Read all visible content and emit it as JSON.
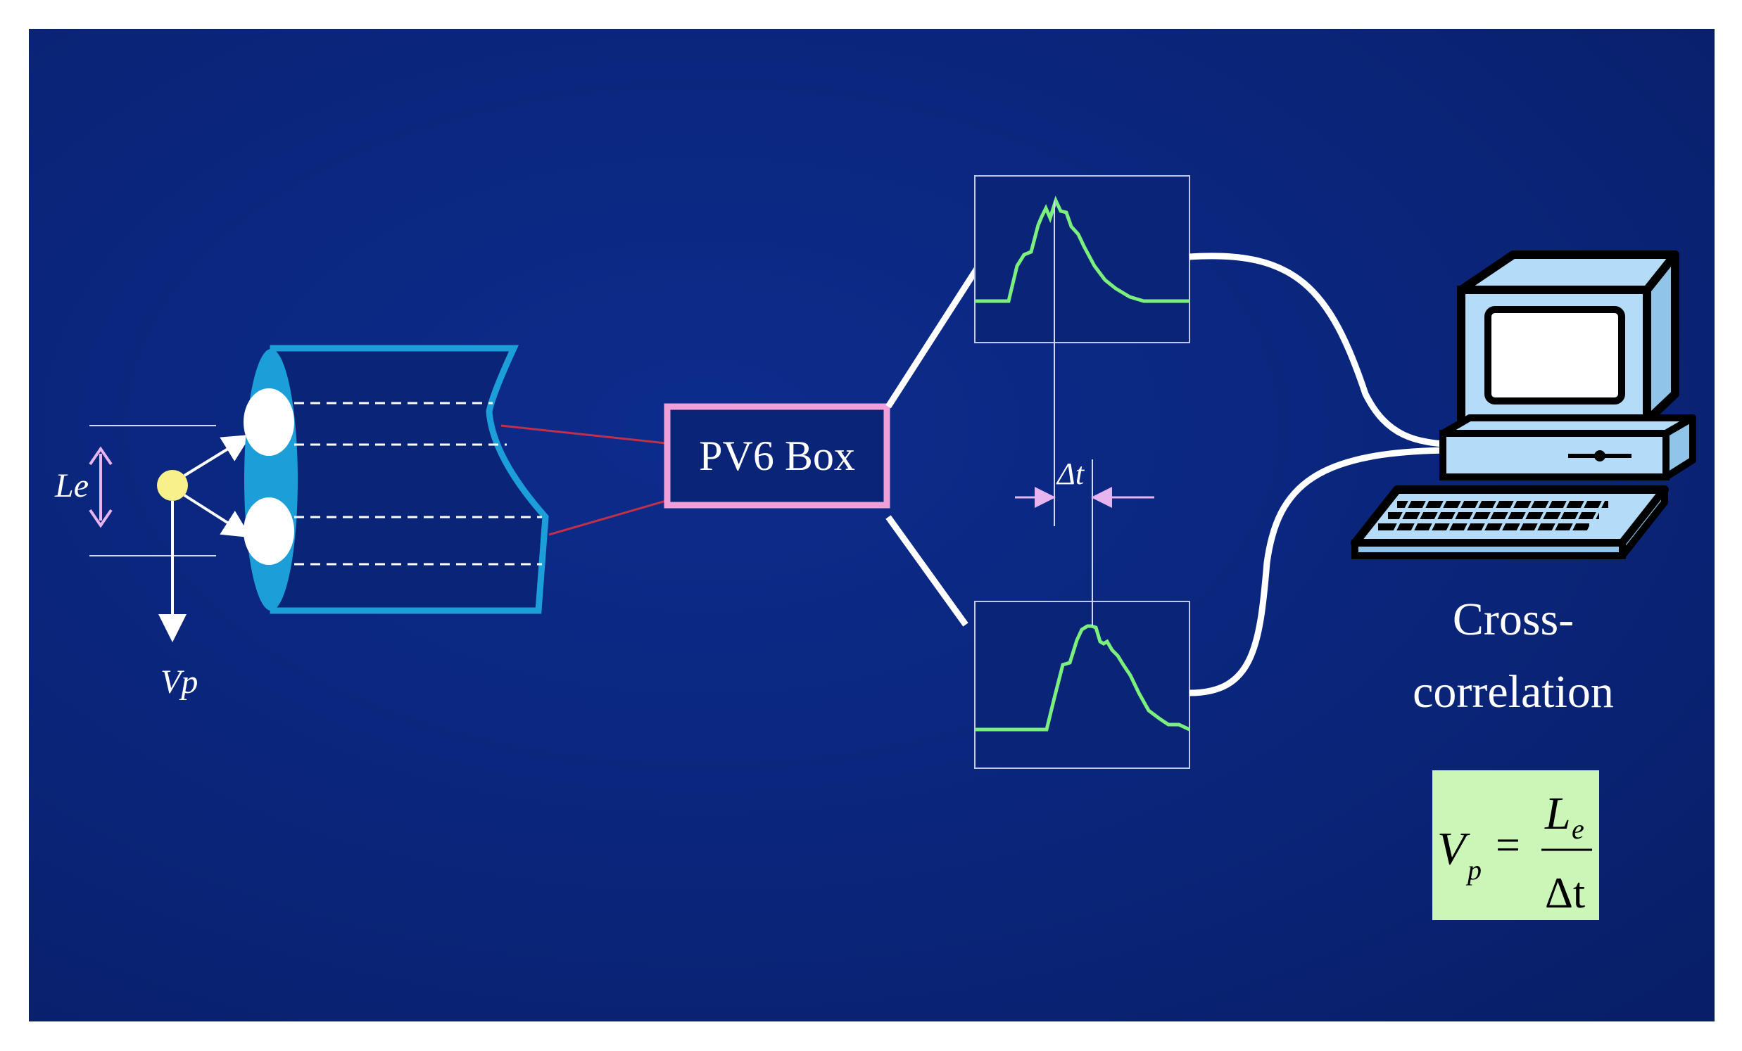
{
  "diagram": {
    "left_labels": {
      "spacing_label": "Le",
      "velocity_label": "Vp"
    },
    "box_label": "PV6 Box",
    "delta_label": "Δt",
    "computer_caption_line1": "Cross-",
    "computer_caption_line2": "correlation",
    "formula": {
      "lhs": "V",
      "lhs_sub": "p",
      "equals": "=",
      "numerator": "L",
      "numerator_sub": "e",
      "denominator": "Δt"
    },
    "colors": {
      "background": "#0a2478",
      "signal": "#7cf07c",
      "box_border": "#f0a0d8",
      "formula_bg": "#ccf5b8",
      "probe_tube": "#1c9fd8",
      "particle": "#f8f08a"
    }
  }
}
